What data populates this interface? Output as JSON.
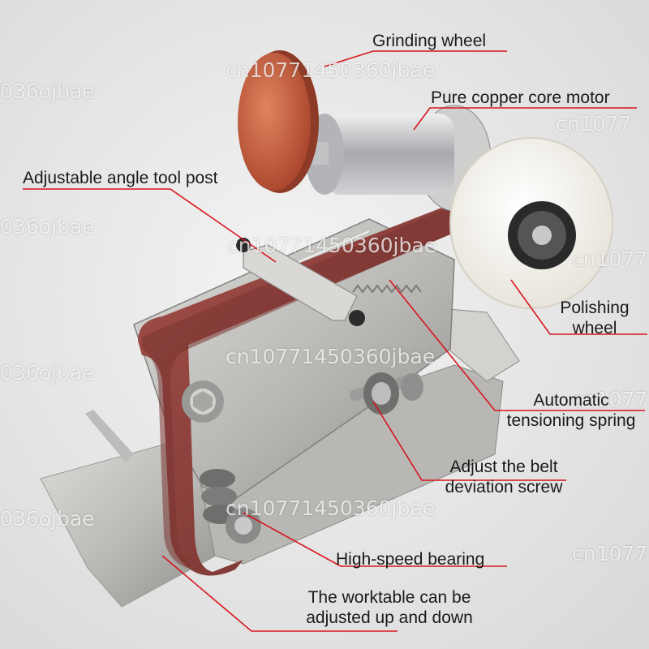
{
  "annotations": {
    "grinding_wheel": "Grinding wheel",
    "motor": "Pure copper core motor",
    "tool_post": "Adjustable angle tool post",
    "polishing_wheel_1": "Polishing",
    "polishing_wheel_2": "wheel",
    "spring_1": "Automatic",
    "spring_2": "tensioning spring",
    "screw_1": "Adjust the belt",
    "screw_2": "deviation screw",
    "bearing": "High-speed bearing",
    "worktable_1": "The worktable can be",
    "worktable_2": "adjusted up and down"
  },
  "watermarks": {
    "full": "cn10771450360jbae",
    "left_fragment": "036ojbae",
    "right_fragment": "cn1077"
  },
  "colors": {
    "leader_line": "#d8141c",
    "belt": "#8a3b37",
    "grinding_wheel": "#c8593a",
    "steel": "#c9c9c6"
  }
}
